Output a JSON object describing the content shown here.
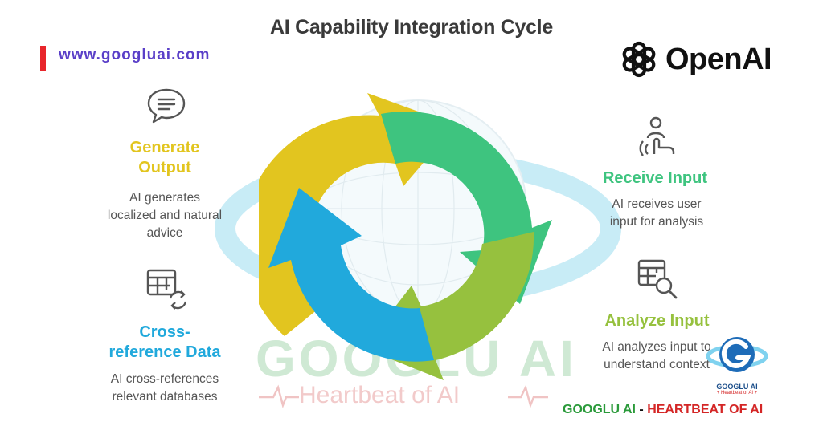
{
  "title": "AI Capability Integration Cycle",
  "site_url": "www.googluai.com",
  "brand": {
    "openai_label": "OpenAI"
  },
  "watermark": {
    "main": "GOOGLU AI",
    "tagline": "Heartbeat of AI"
  },
  "badge": {
    "name": "GOOGLU AI",
    "tagline": "+ Heartbeat of AI +"
  },
  "footer": {
    "part1": "GOOGLU AI",
    "sep": " - ",
    "part2": "HEARTBEAT",
    "part3": " OF AI"
  },
  "colors": {
    "yellow": "#e2c51f",
    "green": "#3ec47f",
    "olive": "#96c13e",
    "blue": "#21a9dc",
    "text": "#555555",
    "title": "#3a3a3a"
  },
  "stages": [
    {
      "id": "generate",
      "title_line1": "Generate",
      "title_line2": "Output",
      "desc_lines": [
        "AI generates",
        "localized and natural",
        "advice"
      ],
      "icon": "chat-bubble-icon",
      "color": "#e2c51f"
    },
    {
      "id": "receive",
      "title_line1": "Receive Input",
      "desc_lines": [
        "AI receives user",
        "input for analysis"
      ],
      "icon": "touch-gesture-icon",
      "color": "#3ec47f"
    },
    {
      "id": "analyze",
      "title_line1": "Analyze Input",
      "desc_lines": [
        "AI analyzes input to",
        "understand context"
      ],
      "icon": "table-search-icon",
      "color": "#96c13e"
    },
    {
      "id": "crossref",
      "title_line1": "Cross-",
      "title_line2": "reference Data",
      "desc_lines": [
        "AI cross-references",
        "relevant databases"
      ],
      "icon": "table-sync-icon",
      "color": "#21a9dc"
    }
  ]
}
